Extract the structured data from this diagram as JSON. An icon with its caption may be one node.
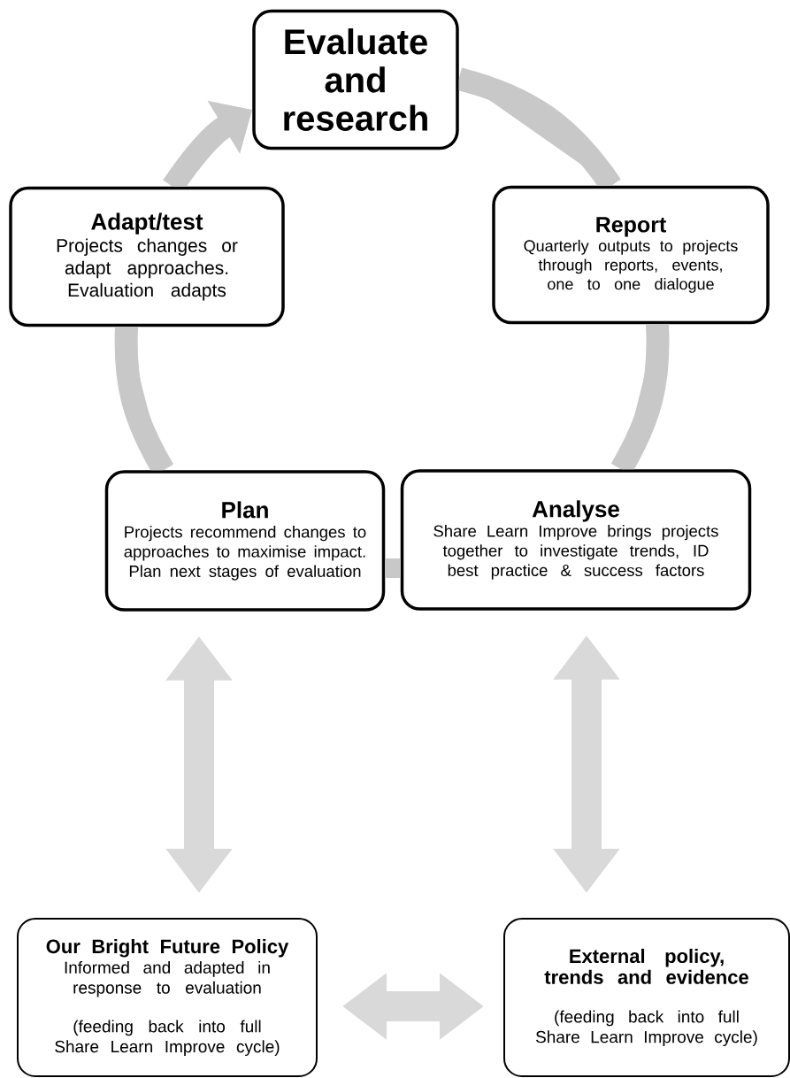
{
  "diagram": {
    "nodes": [
      {
        "text": [
          "Evaluate and research"
        ]
      },
      {
        "text": [
          "Report",
          "Quarterly outputs to projects through reports, events, one to one dialogue"
        ]
      },
      {
        "text": [
          "Analyse",
          "Share Learn Improve brings projects together to investigate trends, ID best practice & success factors"
        ]
      },
      {
        "text": [
          "Plan",
          "Projects recommend changes to approaches to maximise impact. Plan next stages of evaluation"
        ]
      },
      {
        "text": [
          "Adapt/test",
          "Projects changes or adapt approaches. Evaluation adapts"
        ]
      },
      {
        "text": [
          "Our Bright Future Policy",
          "Informed and adapted in response to evaluation",
          "(feeding back into full Share Learn Improve cycle)"
        ]
      },
      {
        "text": [
          "External policy, trends and evidence",
          "(feeding back into full Share Learn Improve cycle)"
        ]
      }
    ],
    "edges": [
      {
        "from": 0,
        "to": 1,
        "arrow": "none"
      },
      {
        "from": 1,
        "to": 2,
        "arrow": "none"
      },
      {
        "from": 2,
        "to": 3,
        "arrow": "none"
      },
      {
        "from": 3,
        "to": 4,
        "arrow": "none"
      },
      {
        "from": 4,
        "to": 0,
        "arrow": "to"
      },
      {
        "from": 3,
        "to": 5,
        "arrow": "both",
        "color": "#d9d9d9"
      },
      {
        "from": 2,
        "to": 6,
        "arrow": "both",
        "color": "#d9d9d9"
      },
      {
        "from": 5,
        "to": 6,
        "arrow": "both",
        "color": "#d9d9d9"
      }
    ]
  }
}
